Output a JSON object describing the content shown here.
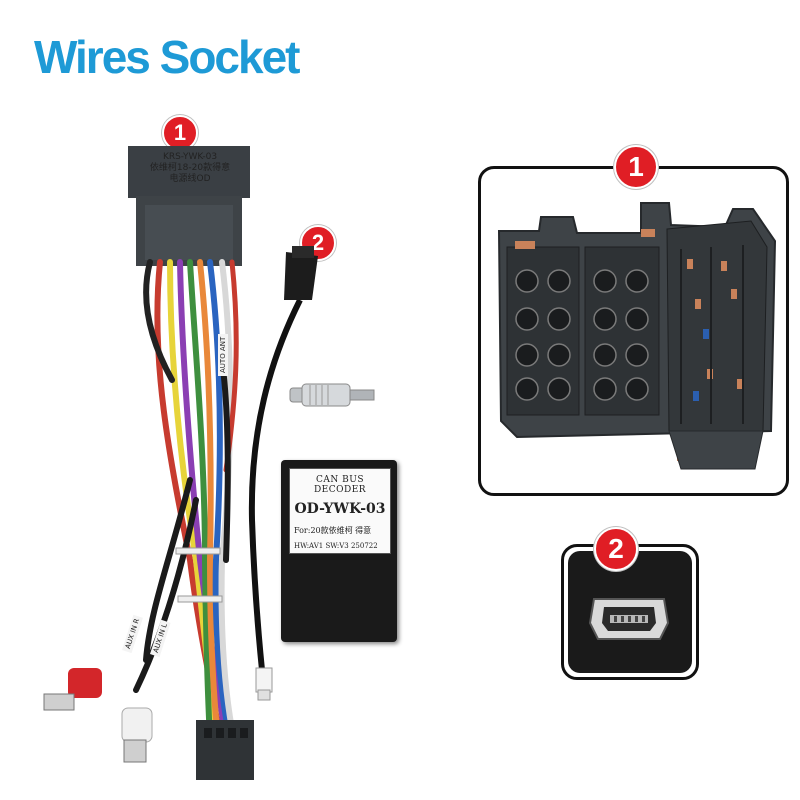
{
  "title": "Wires Sockets",
  "badges": [
    "1",
    "2",
    "1",
    "2"
  ],
  "harness_label": {
    "line1": "KRS-YWK-03",
    "line2": "依维柯18-20款得意",
    "line3": "电源线OD"
  },
  "decoder": {
    "line1": "CAN BUS DECODER",
    "line2": "OD-YWK-03",
    "line3": "For:20款依维柯 得意",
    "line4": "HW:AV1  SW:V3  250722"
  },
  "wire_tags": {
    "auto_ant": "AUTO ANT",
    "aux_in_r": "AUX IN R",
    "aux_in_l": "AUX IN L"
  },
  "colors": {
    "title": "#1e9ad6",
    "badge": "#e01e25",
    "connector": "#3e4347"
  }
}
